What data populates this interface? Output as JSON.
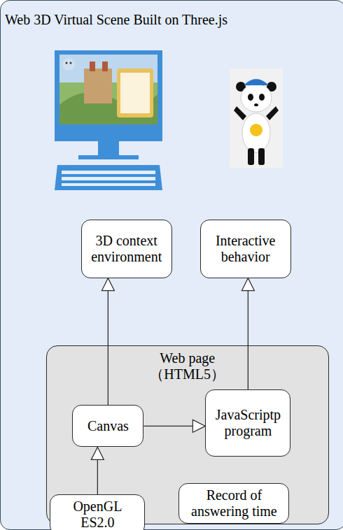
{
  "diagram": {
    "nodes": [
      {
        "text": [
          "Web 3D Virtual Scene Built on Three.js"
        ]
      },
      {
        "text": [
          "3D context environment"
        ],
        "in": 0
      },
      {
        "text": [
          "Interactive behavior"
        ],
        "in": 0
      },
      {
        "text": [
          "Web page （HTML5）"
        ],
        "in": 0
      },
      {
        "text": [
          "Canvas"
        ],
        "in": 3
      },
      {
        "text": [
          "JavaScriptp program"
        ],
        "in": 3
      },
      {
        "text": [
          "OpenGL ES2.0"
        ],
        "in": 3
      },
      {
        "text": [
          "Record of answering time"
        ],
        "in": 3
      }
    ],
    "edges": [
      {
        "from": 4,
        "to": 1,
        "arrow": "to"
      },
      {
        "from": 5,
        "to": 2,
        "arrow": "to"
      },
      {
        "from": 4,
        "to": 5,
        "arrow": "to"
      },
      {
        "from": 6,
        "to": 4,
        "arrow": "to"
      }
    ]
  }
}
